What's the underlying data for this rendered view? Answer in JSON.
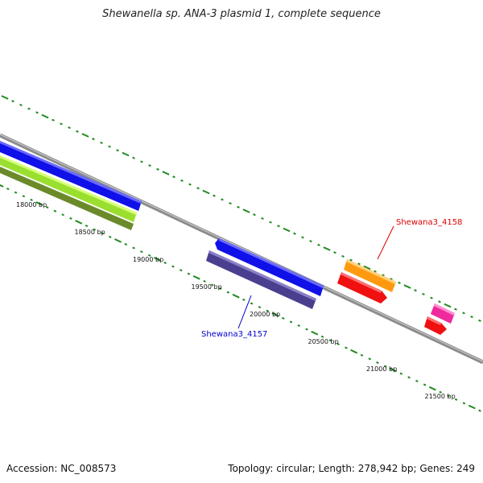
{
  "title": "Shewanella sp. ANA-3 plasmid 1, complete sequence",
  "accession": "Accession: NC_008573",
  "summary": "Topology: circular; Length: 278,942 bp; Genes: 249",
  "ticks": [
    {
      "bp": 18000,
      "label": "18000 bp"
    },
    {
      "bp": 18500,
      "label": "18500 bp"
    },
    {
      "bp": 19000,
      "label": "19000 bp"
    },
    {
      "bp": 19500,
      "label": "19500 bp"
    },
    {
      "bp": 20000,
      "label": "20000 bp"
    },
    {
      "bp": 20500,
      "label": "20500 bp"
    },
    {
      "bp": 21000,
      "label": "21000 bp"
    },
    {
      "bp": 21500,
      "label": "21500 bp"
    }
  ],
  "gene_labels": [
    {
      "text": "Shewana3_4157",
      "color": "#0000cc"
    },
    {
      "text": "Shewana3_4158",
      "color": "#dd0000"
    }
  ],
  "colors": {
    "backbone": "#8c8c8c",
    "tick": "#1f8a1f",
    "blue": "#1010e8",
    "slate": "#4a3f8f",
    "lime": "#9adf2f",
    "olive": "#6b8a2a",
    "orange": "#ff9a10",
    "red": "#f01010",
    "magenta": "#ee2a9e"
  }
}
